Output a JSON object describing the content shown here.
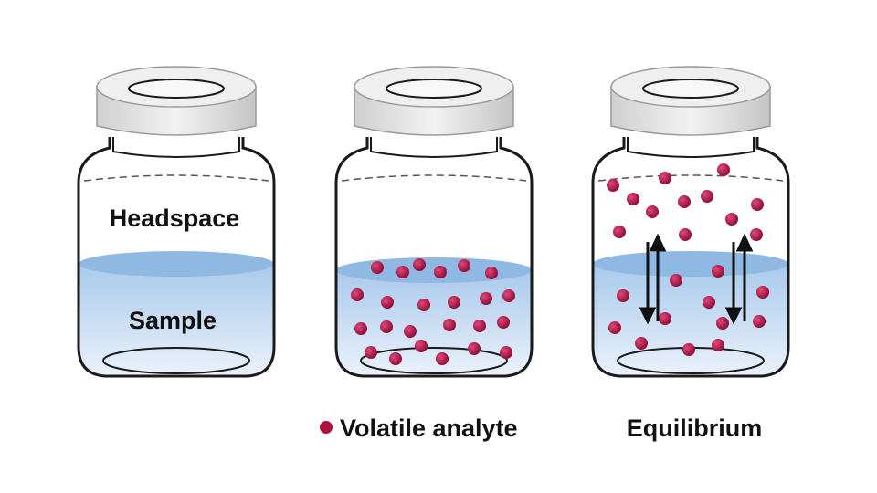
{
  "vials": [
    {
      "name": "vial-1",
      "inside_labels": {
        "top": "Headspace",
        "bottom": "Sample"
      }
    },
    {
      "name": "vial-2"
    },
    {
      "name": "vial-3"
    }
  ],
  "legend": {
    "dot_label": "Volatile analyte",
    "dot_color": "#a80f3d"
  },
  "equilibrium_label": "Equilibrium",
  "colors": {
    "liquid": "#b7d3ee",
    "liquid_surface": "#8fb8e2",
    "cap": "#e6e6e6",
    "outline": "#1a1a1a"
  }
}
